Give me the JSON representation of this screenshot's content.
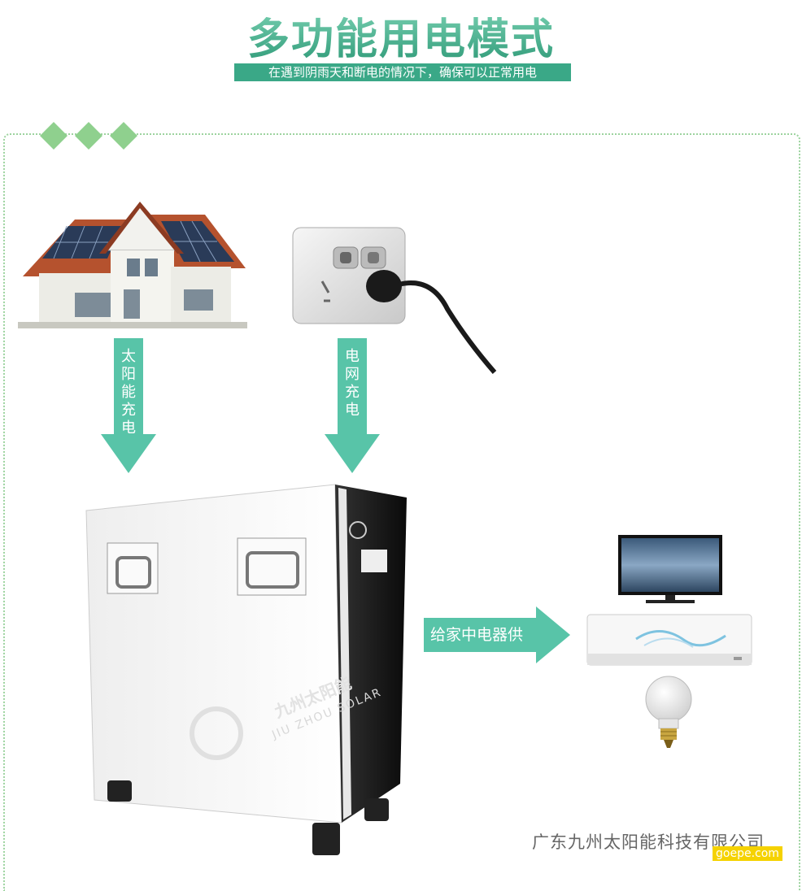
{
  "header": {
    "title": "多功能用电模式",
    "subtitle": "在遇到阴雨天和断电的情况下，确保可以正常用电"
  },
  "arrows": {
    "solar": "太\n阳\n能\n充\n电",
    "grid": "电\n网\n充\n电",
    "supply": "给家中电器供电"
  },
  "product": {
    "brand_cn": "九州太阳能",
    "brand_en": "JIU ZHOU SOLAR"
  },
  "footer": {
    "company": "广东九州太阳能科技有限公司",
    "watermark": "goepe.com"
  },
  "colors": {
    "accent": "#58c4a8",
    "title_green": "#3aa887",
    "dot_border": "#9cd39e"
  }
}
